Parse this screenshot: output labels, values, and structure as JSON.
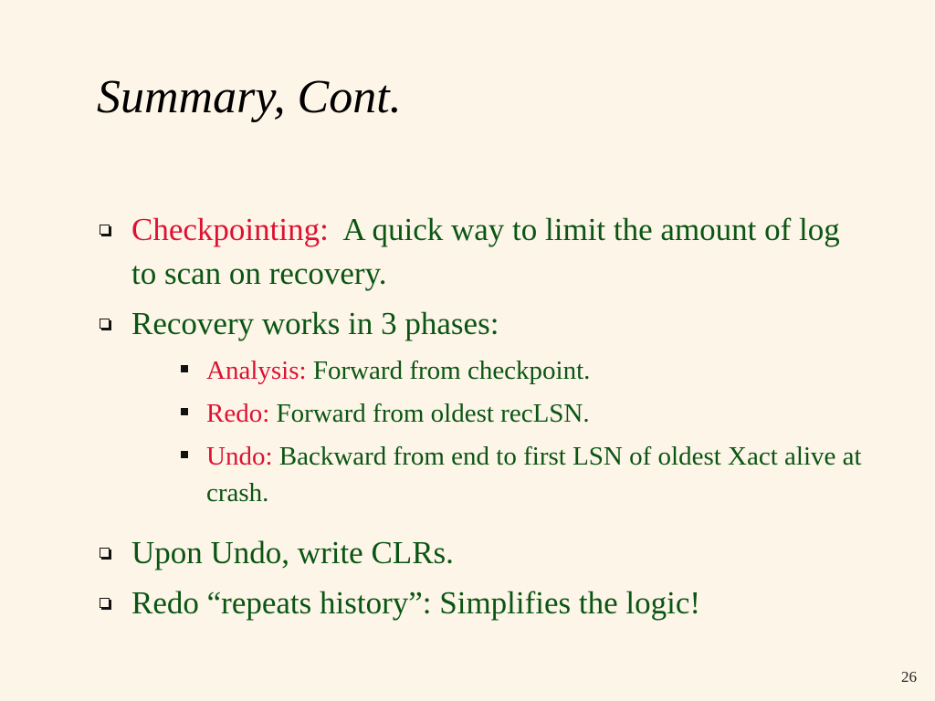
{
  "slide": {
    "title": "Summary, Cont.",
    "page_number": "26",
    "bullets": [
      {
        "term": "Checkpointing:",
        "text": "A quick way to limit the amount of log to scan on recovery."
      },
      {
        "text": "Recovery works in 3 phases:",
        "sub_bullets": [
          {
            "term": "Analysis:",
            "text": "Forward from checkpoint."
          },
          {
            "term": "Redo:",
            "text": "Forward from oldest recLSN."
          },
          {
            "term": "Undo:",
            "text": "Backward from end to first LSN of oldest Xact alive at crash."
          }
        ]
      },
      {
        "text": "Upon Undo, write CLRs."
      },
      {
        "text": "Redo “repeats history”: Simplifies the logic!"
      }
    ]
  },
  "colors": {
    "background": "#fdf5e7",
    "body_text": "#0a5514",
    "term_text": "#dd1133",
    "title_text": "#000000"
  },
  "icons": {
    "bullet": "hollow-square-bullet-icon",
    "sub_bullet": "filled-square-bullet-icon"
  }
}
